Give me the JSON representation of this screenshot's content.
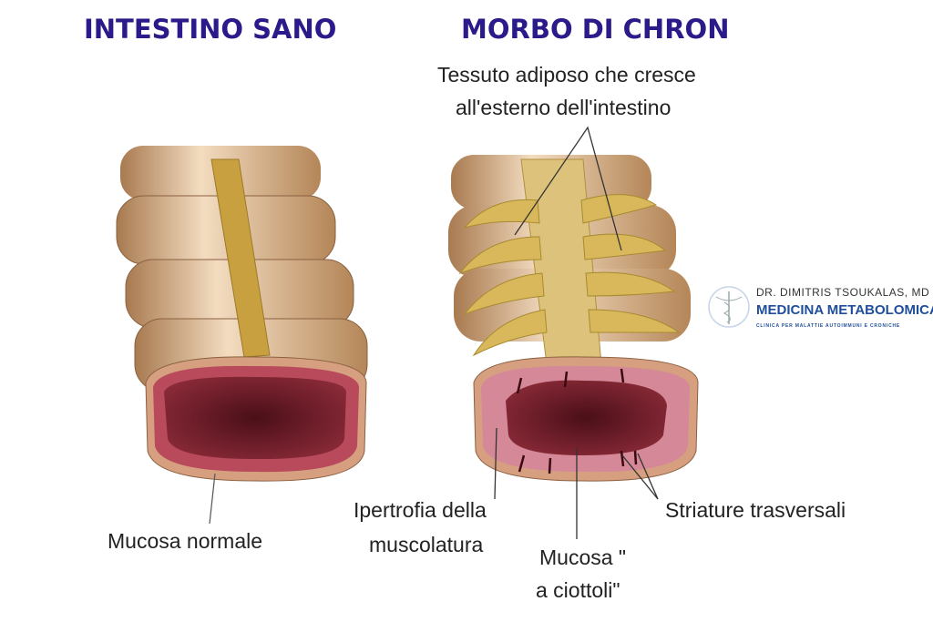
{
  "titles": {
    "healthy": "INTESTINO SANO",
    "crohn": "MORBO DI CHRON"
  },
  "labels": {
    "adipose_line1": "Tessuto adiposo che cresce",
    "adipose_line2": "all'esterno dell'intestino",
    "normal_mucosa": "Mucosa normale",
    "hypertrophy_line1": "Ipertrofia della",
    "hypertrophy_line2": "muscolatura",
    "cobblestone_line1": "Mucosa \"",
    "cobblestone_line2": "a ciottoli\"",
    "striations": "Striature trasversali"
  },
  "logo": {
    "doctor": "DR. DIMITRIS TSOUKALAS, MD",
    "brand": "MEDICINA METABOLOMICA™",
    "tagline": "CLINICA PER MALATTIE AUTOIMMUNI E CRONICHE"
  },
  "colors": {
    "title": "#2b1a8a",
    "tissue": "#d9b48a",
    "mucosa": "#b34a5a",
    "lumen": "#5c1520",
    "fat": "#d8b85a"
  }
}
